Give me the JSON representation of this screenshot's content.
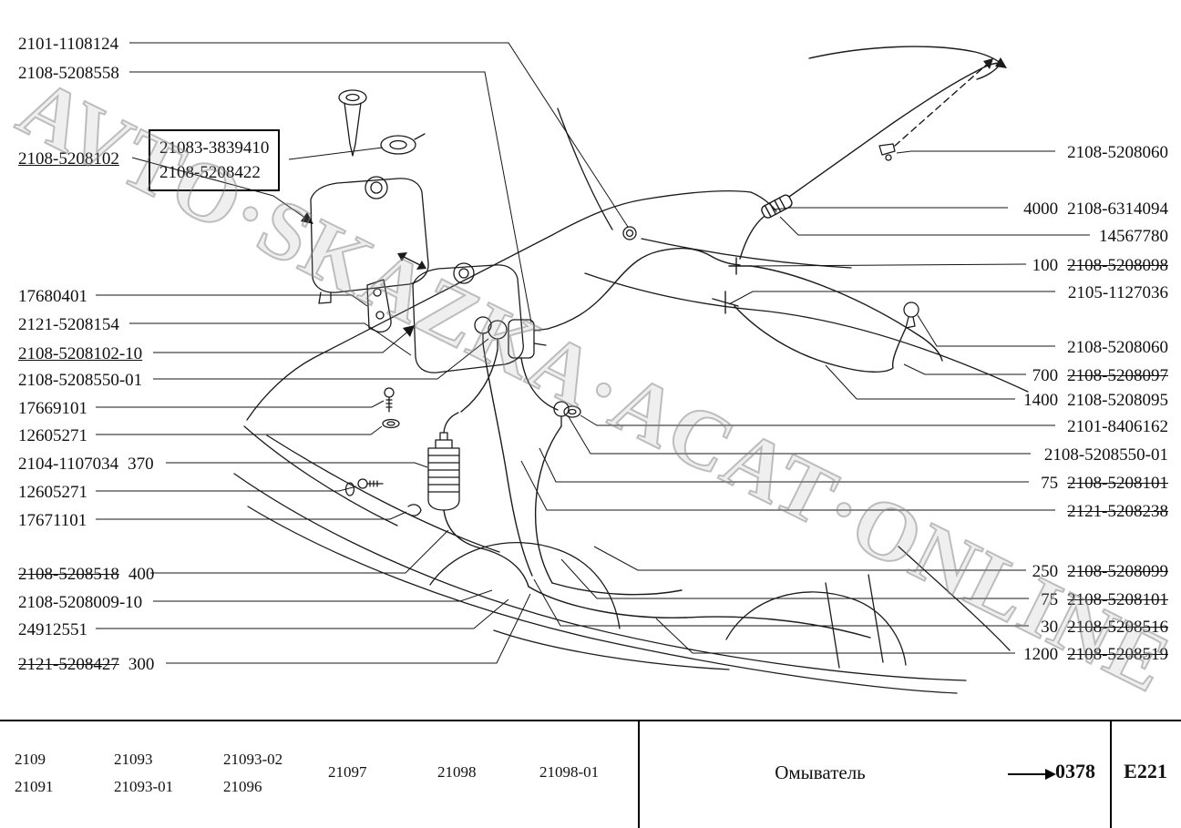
{
  "watermark": "AVTO·SKAZKA·ACAT·ONLINE",
  "left_labels": [
    {
      "num": "2101-1108124"
    },
    {
      "num": "2108-5208558"
    },
    {
      "num": "2108-5208102"
    },
    {
      "num": "21083-3839410"
    },
    {
      "num": "2108-5208422"
    },
    {
      "num": "17680401"
    },
    {
      "num": "2121-5208154"
    },
    {
      "num": "2108-5208102-10"
    },
    {
      "num": "2108-5208550-01"
    },
    {
      "num": "17669101"
    },
    {
      "num": "12605271"
    },
    {
      "num": "2104-1107034",
      "qty": "370"
    },
    {
      "num": "12605271"
    },
    {
      "num": "17671101"
    },
    {
      "num": "2108-5208518",
      "qty": "400"
    },
    {
      "num": "2108-5208009-10"
    },
    {
      "num": "24912551"
    },
    {
      "num": "2121-5208427",
      "qty": "300"
    }
  ],
  "right_labels": [
    {
      "num": "2108-5208060"
    },
    {
      "qty": "4000",
      "num": "2108-6314094"
    },
    {
      "num": "14567780"
    },
    {
      "qty": "100",
      "num": "2108-5208098"
    },
    {
      "num": "2105-1127036"
    },
    {
      "num": "2108-5208060"
    },
    {
      "qty": "700",
      "num": "2108-5208097"
    },
    {
      "qty": "1400",
      "num": "2108-5208095"
    },
    {
      "num": "2101-8406162"
    },
    {
      "num": "2108-5208550-01"
    },
    {
      "qty": "75",
      "num": "2108-5208101"
    },
    {
      "num": "2121-5208238"
    },
    {
      "qty": "250",
      "num": "2108-5208099"
    },
    {
      "qty": "75",
      "num": "2108-5208101"
    },
    {
      "qty": "30",
      "num": "2108-5208516"
    },
    {
      "qty": "1200",
      "num": "2108-5208519"
    }
  ],
  "footer": {
    "models": [
      "2109",
      "21091",
      "21093",
      "21093-01",
      "21093-02",
      "21096",
      "21097",
      "21098",
      "21098-01"
    ],
    "title": "Омыватель",
    "code": "0378",
    "sheet": "Е221"
  }
}
